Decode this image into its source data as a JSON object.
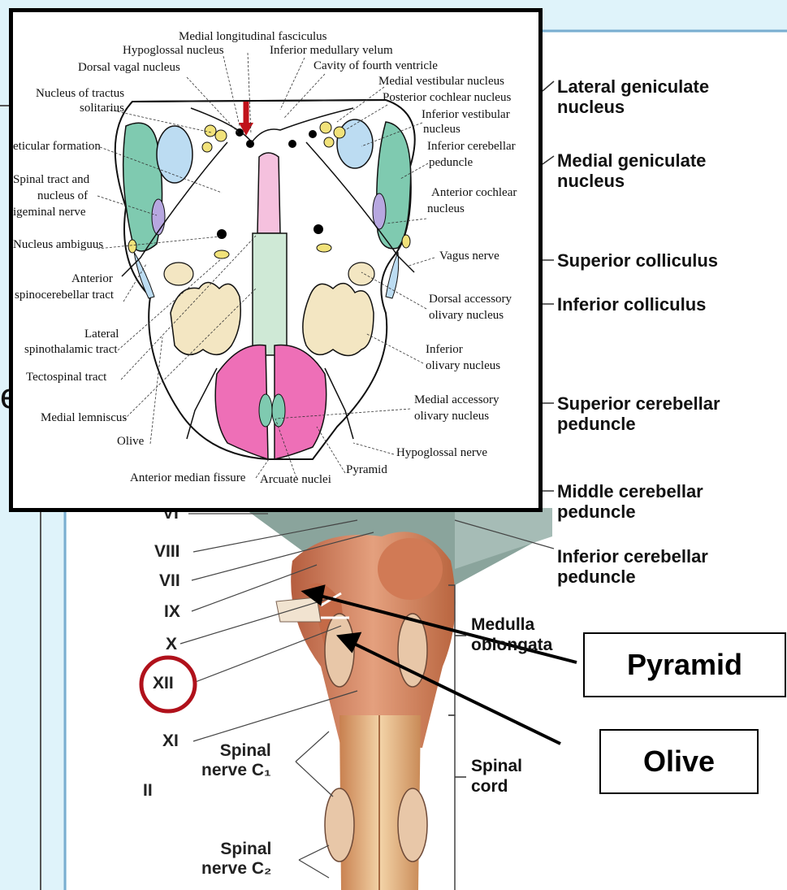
{
  "right_labels": {
    "lateral_geniculate": "Lateral geniculate\nnucleus",
    "medial_geniculate": "Medial geniculate\nnucleus",
    "superior_colliculus": "Superior colliculus",
    "inferior_colliculus": "Inferior colliculus",
    "superior_cerebellar": "Superior cerebellar\npeduncle",
    "middle_cerebellar": "Middle cerebellar\npeduncle",
    "inferior_cerebellar": "Inferior cerebellar\npeduncle",
    "medulla": "Medulla\noblongata",
    "spinal_cord": "Spinal\ncord"
  },
  "nerves": {
    "vi": "VI",
    "viii": "VIII",
    "vii": "VII",
    "ix": "IX",
    "x": "X",
    "xii": "XII",
    "xi": "XI",
    "ii": "II",
    "c1": "Spinal\nnerve C₁",
    "c2": "Spinal\nnerve C₂"
  },
  "callouts": {
    "pyramid": "Pyramid",
    "olive": "Olive"
  },
  "inset_labels": {
    "mlf": "Medial longitudinal fasciculus",
    "hypoglossal_nucleus": "Hypoglossal nucleus",
    "inferior_medullary_velum": "Inferior medullary velum",
    "dorsal_vagal": "Dorsal vagal nucleus",
    "cavity": "Cavity of fourth ventricle",
    "medial_vestibular": "Medial vestibular nucleus",
    "tractus_solitarius_1": "Nucleus of tractus",
    "tractus_solitarius_2": "solitarius",
    "posterior_cochlear": "Posterior cochlear nucleus",
    "inferior_vestibular_1": "Inferior vestibular",
    "inferior_vestibular_2": "nucleus",
    "reticular": "eticular formation",
    "inferior_cerebellar_1": "Inferior cerebellar",
    "inferior_cerebellar_2": "peduncle",
    "spinal_tract_1": "Spinal tract and",
    "spinal_tract_2": "nucleus of",
    "spinal_tract_3": "igeminal nerve",
    "anterior_cochlear_1": "Anterior cochlear",
    "anterior_cochlear_2": "nucleus",
    "ambiguus": "Nucleus ambiguus",
    "vagus": "Vagus nerve",
    "ant_spinocerebellar_1": "Anterior",
    "ant_spinocerebellar_2": "spinocerebellar tract",
    "dorsal_accessory_1": "Dorsal accessory",
    "dorsal_accessory_2": "olivary nucleus",
    "lat_spinothalamic_1": "Lateral",
    "lat_spinothalamic_2": "spinothalamic tract",
    "inferior_olivary_1": "Inferior",
    "inferior_olivary_2": "olivary nucleus",
    "tectospinal": "Tectospinal tract",
    "medial_lemniscus": "Medial lemniscus",
    "medial_accessory_1": "Medial accessory",
    "medial_accessory_2": "olivary nucleus",
    "olive": "Olive",
    "hypoglossal_nerve": "Hypoglossal nerve",
    "pyramid": "Pyramid",
    "anterior_median_fissure": "Anterior median fissure",
    "arcuate": "Arcuate nuclei"
  },
  "colors": {
    "background": "#dff3fa",
    "teal": "#7fcab0",
    "blue_nucleus": "#bcdcf2",
    "pyramid_pink": "#ee6fb7",
    "lemniscus_green": "#cfe9d6",
    "olive_cream": "#f3e6c2",
    "red_marker": "#c0121b"
  }
}
